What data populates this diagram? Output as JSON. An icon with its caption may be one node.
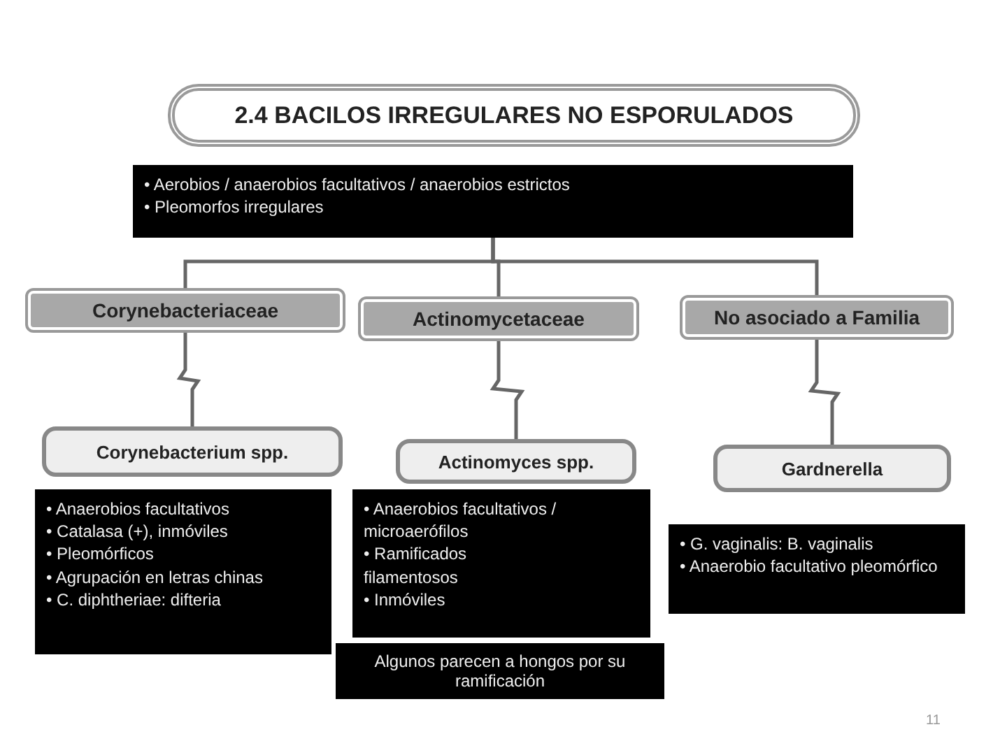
{
  "diagram": {
    "nodes": [
      {
        "text": [
          "2.4 BACILOS IRREGULARES NO ESPORULADOS"
        ]
      },
      {
        "text": [
          "• Aerobios / anaerobios facultativos / anaerobios estrictos",
          "• Pleomorfos irregulares"
        ]
      },
      {
        "text": [
          "Corynebacteriaceae"
        ]
      },
      {
        "text": [
          "Actinomycetaceae"
        ]
      },
      {
        "text": [
          "No asociado a Familia"
        ]
      },
      {
        "text": [
          "Corynebacterium spp."
        ]
      },
      {
        "text": [
          "Actinomyces spp."
        ]
      },
      {
        "text": [
          "Gardnerella"
        ]
      },
      {
        "text": [
          "• Anaerobios facultativos",
          "• Catalasa (+), inmóviles",
          "• Pleomórficos",
          "• Agrupación en letras chinas",
          "• C. diphtheriae: difteria"
        ]
      },
      {
        "text": [
          "• Anaerobios facultativos / microaerófilos",
          "• Ramificados",
          "filamentosos",
          "• Inmóviles"
        ]
      },
      {
        "text": [
          "• G. vaginalis: B. vaginalis",
          "• Anaerobio facultativo pleomórfico"
        ]
      },
      {
        "text": [
          "Algunos parecen a hongos por su ramificación"
        ]
      }
    ],
    "edges": [
      {
        "from": 1,
        "to": 2,
        "arrow": "none"
      },
      {
        "from": 1,
        "to": 3,
        "arrow": "none"
      },
      {
        "from": 1,
        "to": 4,
        "arrow": "none"
      },
      {
        "from": 2,
        "to": 5,
        "arrow": "none"
      },
      {
        "from": 3,
        "to": 6,
        "arrow": "none"
      },
      {
        "from": 4,
        "to": 7,
        "arrow": "none"
      }
    ],
    "labels": [
      "11"
    ]
  }
}
